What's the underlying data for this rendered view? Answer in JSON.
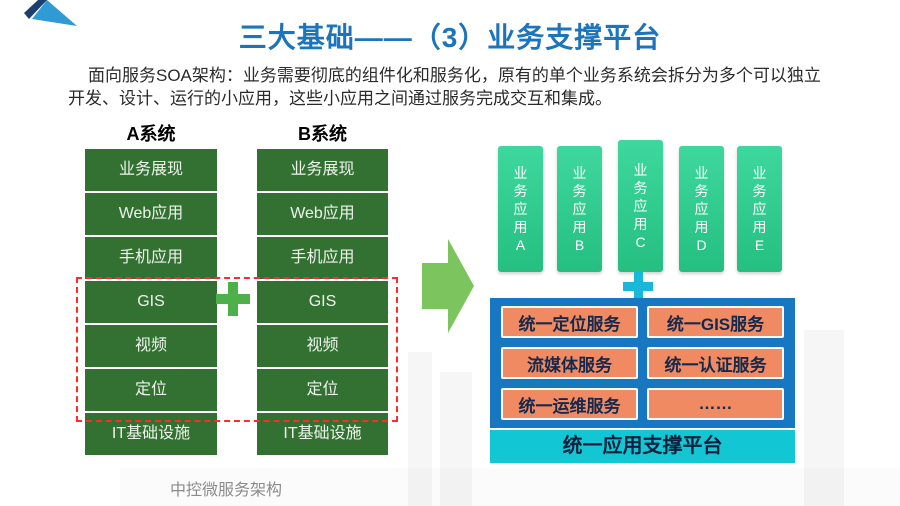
{
  "slide": {
    "title": "三大基础——（3）业务支撑平台",
    "intro_line1": "面向服务SOA架构：业务需要彻底的组件化和服务化，原有的单个业务系统会拆分为多个可以独立",
    "intro_line2": "开发、设计、运行的小应用，这些小应用之间通过服务完成交互和集成。",
    "caption": "中控微服务架构"
  },
  "left_diagram": {
    "system_a": {
      "title": "A系统",
      "layers": [
        "业务展现",
        "Web应用",
        "手机应用",
        "GIS",
        "视频",
        "定位",
        "IT基础设施"
      ]
    },
    "system_b": {
      "title": "B系统",
      "layers": [
        "业务展现",
        "Web应用",
        "手机应用",
        "GIS",
        "视频",
        "定位",
        "IT基础设施"
      ]
    }
  },
  "right_diagram": {
    "apps": [
      "业务应用A",
      "业务应用B",
      "业务应用C",
      "业务应用D",
      "业务应用E"
    ],
    "services": [
      "统一定位服务",
      "统一GIS服务",
      "流媒体服务",
      "统一认证服务",
      "统一运维服务",
      "……"
    ],
    "platform": "统一应用支撑平台"
  },
  "colors": {
    "title_blue": "#1c75bc",
    "layer_green": "#337133",
    "app_green": "#2dc98d",
    "arrow_green": "#7cc45e",
    "plus_green": "#4db04a",
    "plus_cyan": "#19b7d9",
    "container_blue": "#1778c1",
    "service_orange": "#f08a62",
    "platform_cyan": "#12c7d3",
    "dashed_red": "#ff2a2a",
    "logo_navy": "#1b3f6e",
    "logo_blue": "#2f9bd6"
  }
}
